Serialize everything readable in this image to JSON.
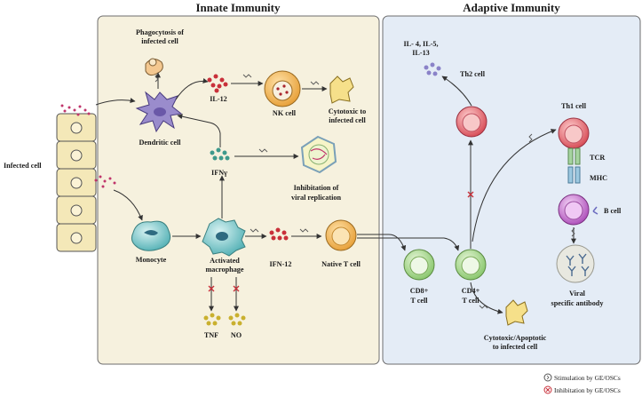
{
  "panels": {
    "innate_title": "Innate Immunity",
    "adaptive_title": "Adaptive Immunity"
  },
  "labels": {
    "infected_cell": "Infected cell",
    "phagocytosis_1": "Phagocytosis of",
    "phagocytosis_2": "infected cell",
    "dendritic_cell": "Dendritic cell",
    "il12": "IL-12",
    "nk_cell": "NK cell",
    "cytotoxic_1": "Cytotoxic to",
    "cytotoxic_2": "infected cell",
    "ifny": "IFNγ",
    "inhibition_1": "Inhibitation of",
    "inhibition_2": "viral replication",
    "monocyte": "Monocyte",
    "activated_1": "Activated",
    "activated_2": "macrophage",
    "ifn12": "IFN-12",
    "native_t": "Native T cell",
    "tnf": "TNF",
    "no": "NO",
    "il4_1": "IL- 4, IL-5,",
    "il4_2": "IL-13",
    "th2": "Th2 cell",
    "th1": "Th1 cell",
    "tcr": "TCR",
    "mhc": "MHC",
    "b_cell": "B cell",
    "cd8_1": "CD8+",
    "cd8_2": "T cell",
    "cd4_1": "CD4+",
    "cd4_2": "T cell",
    "viral_1": "Viral",
    "viral_2": "specific antibody",
    "cytoapo_1": "Cytotoxic/Apoptotic",
    "cytoapo_2": "to infected cell"
  },
  "legend": {
    "stimulation": "Stimulation by GE/OSCs",
    "inhibition": "Inhibitation by GE/OSCs"
  },
  "colors": {
    "innate_bg": "#f6f1de",
    "adaptive_bg": "#e4ecf6",
    "infected_cell": "#f4e8b8",
    "virus": "#c0346a",
    "dendritic": "#8e7fc0",
    "nk": "#e8a23c",
    "native_t": "#f0b95a",
    "monocyte": "#7fc8c8",
    "cytokine_red": "#c9303a",
    "cytokine_teal": "#3e9a8c",
    "cytokine_yellow": "#c9b02e",
    "cd8": "#a6d88c",
    "th2": "#e0606a",
    "th1": "#e0606a",
    "b_cell": "#c05cc8",
    "inhibit_x": "#c8303a"
  }
}
